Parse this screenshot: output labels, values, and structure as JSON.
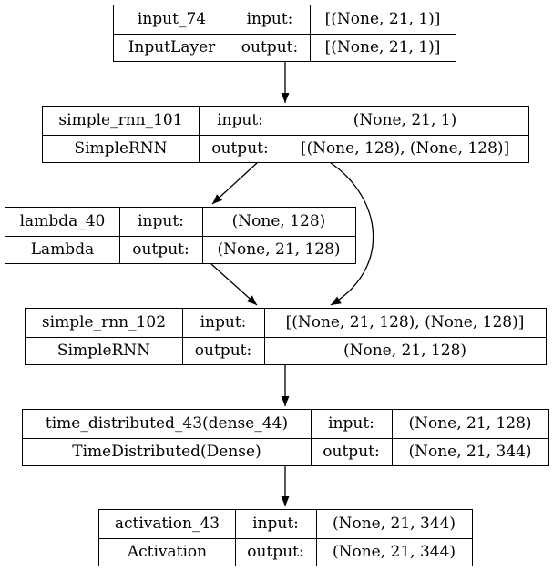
{
  "nodes": [
    {
      "id": "input_74",
      "name": "input_74",
      "class_name": "InputLayer",
      "input_label": "input:",
      "output_label": "output:",
      "input_shape": "[(None, 21, 1)]",
      "output_shape": "[(None, 21, 1)]"
    },
    {
      "id": "simple_rnn_101",
      "name": "simple_rnn_101",
      "class_name": "SimpleRNN",
      "input_label": "input:",
      "output_label": "output:",
      "input_shape": "(None, 21, 1)",
      "output_shape": "[(None, 128), (None, 128)]"
    },
    {
      "id": "lambda_40",
      "name": "lambda_40",
      "class_name": "Lambda",
      "input_label": "input:",
      "output_label": "output:",
      "input_shape": "(None, 128)",
      "output_shape": "(None, 21, 128)"
    },
    {
      "id": "simple_rnn_102",
      "name": "simple_rnn_102",
      "class_name": "SimpleRNN",
      "input_label": "input:",
      "output_label": "output:",
      "input_shape": "[(None, 21, 128), (None, 128)]",
      "output_shape": "(None, 21, 128)"
    },
    {
      "id": "time_distributed_43",
      "name": "time_distributed_43(dense_44)",
      "class_name": "TimeDistributed(Dense)",
      "input_label": "input:",
      "output_label": "output:",
      "input_shape": "(None, 21, 128)",
      "output_shape": "(None, 21, 344)"
    },
    {
      "id": "activation_43",
      "name": "activation_43",
      "class_name": "Activation",
      "input_label": "input:",
      "output_label": "output:",
      "input_shape": "(None, 21, 344)",
      "output_shape": "(None, 21, 344)"
    }
  ],
  "edges": [
    {
      "from": "input_74",
      "to": "simple_rnn_101"
    },
    {
      "from": "simple_rnn_101",
      "to": "lambda_40"
    },
    {
      "from": "simple_rnn_101",
      "to": "simple_rnn_102"
    },
    {
      "from": "lambda_40",
      "to": "simple_rnn_102"
    },
    {
      "from": "simple_rnn_102",
      "to": "time_distributed_43"
    },
    {
      "from": "time_distributed_43",
      "to": "activation_43"
    }
  ],
  "colors": {
    "line": "#000000",
    "background": "#ffffff",
    "text": "#000000"
  }
}
